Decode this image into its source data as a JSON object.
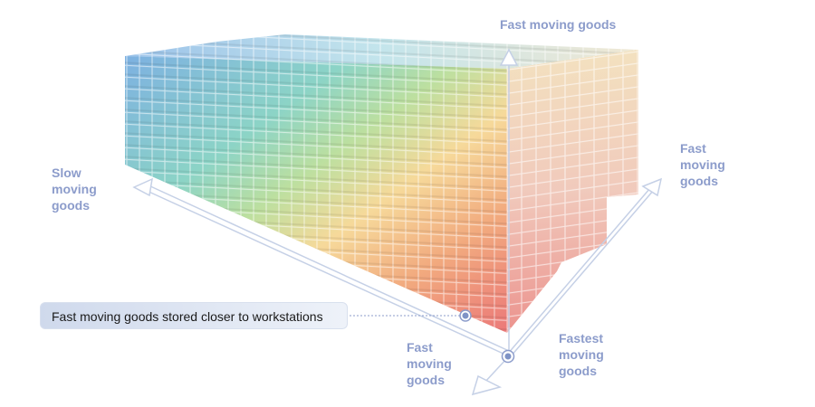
{
  "labels": {
    "top": "Fast moving goods",
    "left": "Slow\nmoving\ngoods",
    "right": "Fast\nmoving\ngoods",
    "bottom_front": "Fast\nmoving\ngoods",
    "bottom_right": "Fastest\nmoving\ngoods"
  },
  "callout": "Fast moving goods stored closer to workstations",
  "colors": {
    "axis": "#c5d0e6",
    "label": "#8c9ccb",
    "slow": "#6fa8de",
    "mid": "#9fd59a",
    "warm": "#f5d58f",
    "fast": "#e96a6a"
  }
}
